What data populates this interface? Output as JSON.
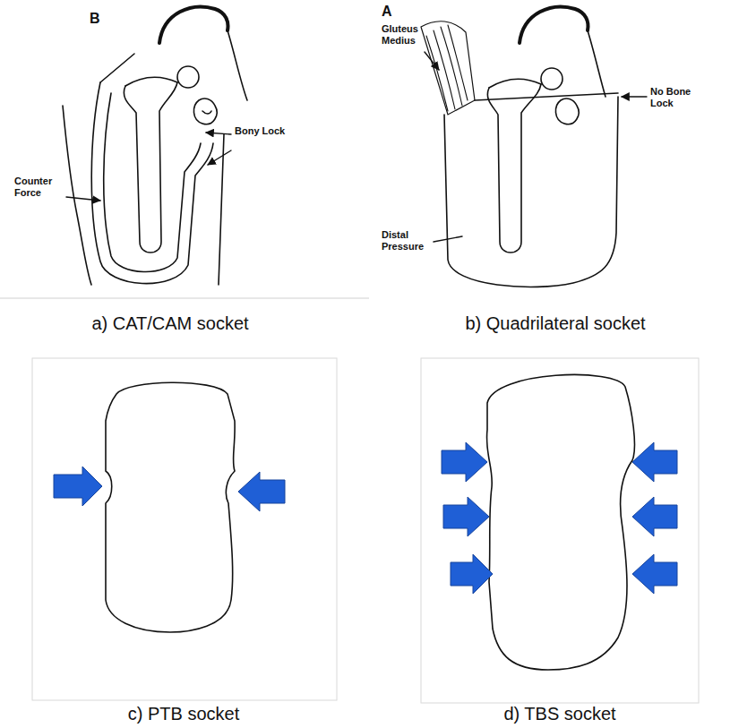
{
  "diagram": {
    "labels": [
      "B",
      "Bony Lock",
      "Counter Force",
      "A",
      "Gluteus Medius",
      "No Bone Lock",
      "Distal Pressure",
      "a) CAT/CAM socket",
      "b) Quadrilateral socket",
      "c) PTB socket",
      "d) TBS socket"
    ]
  }
}
